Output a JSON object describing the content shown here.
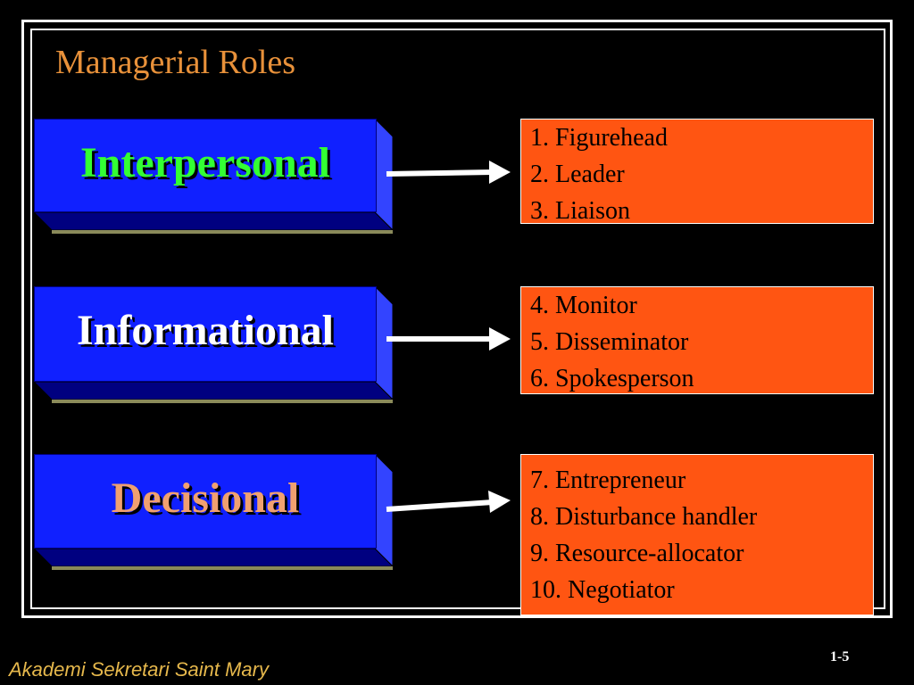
{
  "title": "Managerial Roles",
  "roles": [
    {
      "label": "Interpersonal",
      "color": "#33ff33",
      "items": [
        "1. Figurehead",
        "2. Leader",
        "3. Liaison"
      ]
    },
    {
      "label": "Informational",
      "color": "#ffffff",
      "items": [
        "4. Monitor",
        "5. Disseminator",
        "6. Spokesperson"
      ]
    },
    {
      "label": "Decisional",
      "color": "#f0a070",
      "items": [
        "7. Entrepreneur",
        "8. Disturbance handler",
        "9. Resource-allocator",
        "10. Negotiator"
      ]
    }
  ],
  "footer": {
    "institution": "Akademi Sekretari Saint Mary",
    "page": "1-5"
  },
  "colors": {
    "box_blue": "#1020ff",
    "list_orange": "#ff5512",
    "title": "#e8913a"
  }
}
